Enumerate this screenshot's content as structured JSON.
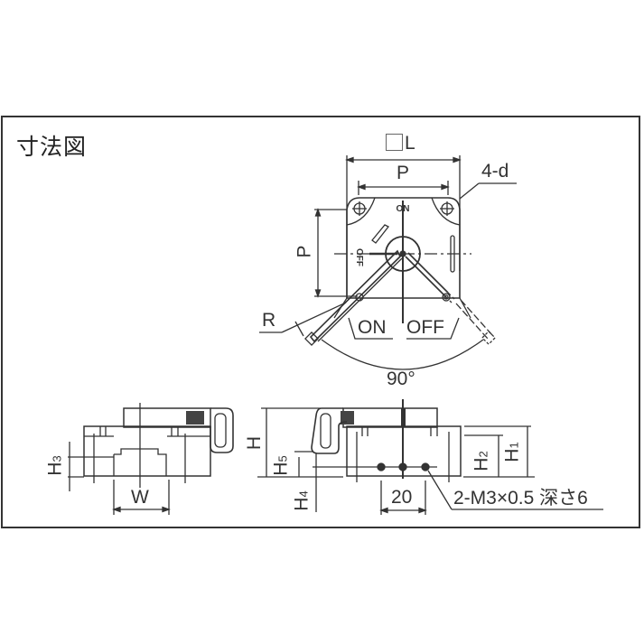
{
  "title": "寸法図",
  "top_view": {
    "dim_L_prefix": "□",
    "dim_L": "L",
    "dim_P_horizontal": "P",
    "dim_P_vertical": "P",
    "holes_label": "4-d",
    "radius_label": "R",
    "angle_label": "90°",
    "on_label": "ON",
    "off_label": "OFF",
    "plate_on_marking": "ON",
    "plate_off_marking": "OFF"
  },
  "front_view": {
    "dim_H3": "H",
    "dim_H3_sub": "3",
    "dim_W": "W"
  },
  "side_view": {
    "dim_H": "H",
    "dim_H5": "H",
    "dim_H5_sub": "5",
    "dim_H4": "H",
    "dim_H4_sub": "4",
    "dim_H2": "H",
    "dim_H2_sub": "2",
    "dim_H1": "H",
    "dim_H1_sub": "1",
    "dim_20": "20",
    "thread_note": "2-M3×0.5 深さ6"
  },
  "colors": {
    "line": "#333333",
    "frame": "#333333",
    "background": "#ffffff"
  }
}
